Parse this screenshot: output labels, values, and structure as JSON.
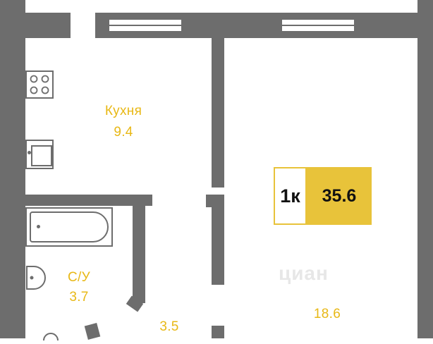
{
  "rooms": {
    "kitchen": {
      "name": "Кухня",
      "area": "9.4"
    },
    "bathroom": {
      "name": "С/У",
      "area": "3.7"
    },
    "hall": {
      "area": "3.5"
    },
    "living": {
      "area": "18.6"
    }
  },
  "badge": {
    "type": "1к",
    "total_area": "35.6"
  },
  "watermark": "циан",
  "colors": {
    "wall": "#6d6d6d",
    "label": "#e8b816",
    "badge": "#e8c33a"
  }
}
